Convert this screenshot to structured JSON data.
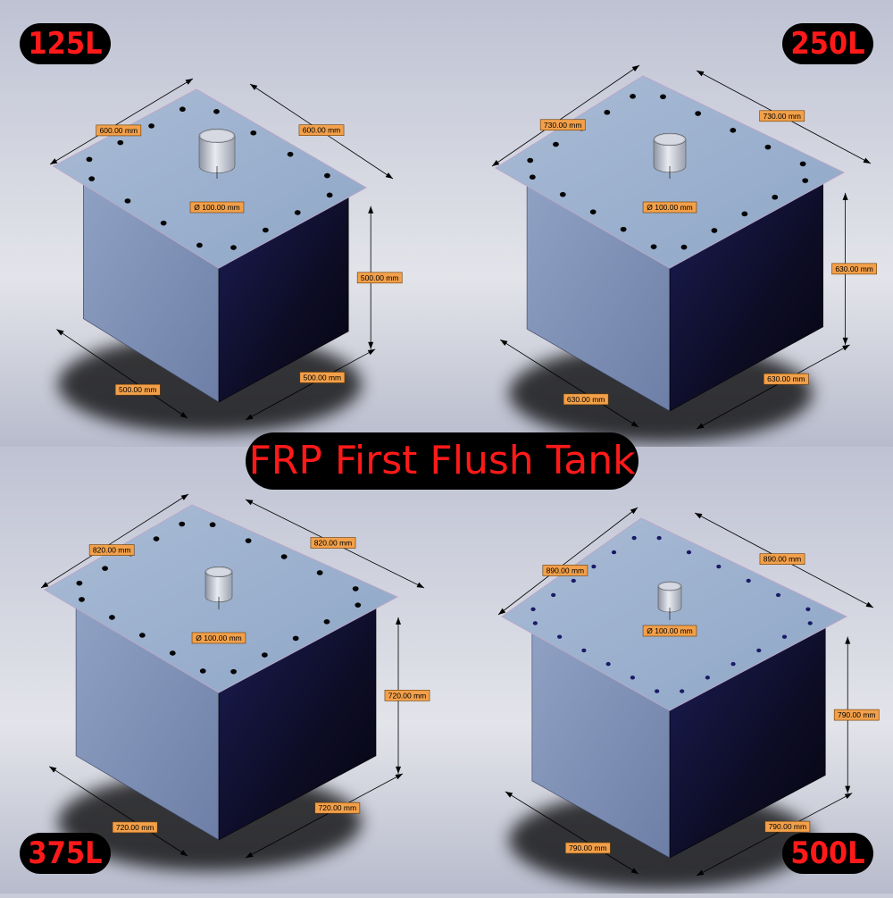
{
  "title": "FRP First Flush Tank",
  "tanks": [
    {
      "capacity": "125L",
      "top_left_dim": "600.00 mm",
      "top_right_dim": "600.00 mm",
      "pipe_dim": "Ø 100.00 mm",
      "height_dim": "500.00 mm",
      "base_left_dim": "500.00 mm",
      "base_right_dim": "500.00 mm"
    },
    {
      "capacity": "250L",
      "top_left_dim": "730.00 mm",
      "top_right_dim": "730.00 mm",
      "pipe_dim": "Ø 100.00 mm",
      "height_dim": "630.00 mm",
      "base_left_dim": "630.00 mm",
      "base_right_dim": "630.00 mm"
    },
    {
      "capacity": "375L",
      "top_left_dim": "820.00 mm",
      "top_right_dim": "820.00 mm",
      "pipe_dim": "Ø 100.00 mm",
      "height_dim": "720.00 mm",
      "base_left_dim": "720.00 mm",
      "base_right_dim": "720.00 mm"
    },
    {
      "capacity": "500L",
      "top_left_dim": "890.00 mm",
      "top_right_dim": "890.00 mm",
      "pipe_dim": "Ø 100.00 mm",
      "height_dim": "790.00 mm",
      "base_left_dim": "790.00 mm",
      "base_right_dim": "790.00 mm"
    }
  ],
  "colors": {
    "label_bg": "#000000",
    "label_text": "#ff1a1a",
    "dim_box": "#f2a04a",
    "lid": "#9db3cf",
    "front_face": "#7f93b8",
    "side_face": "#14143a"
  }
}
